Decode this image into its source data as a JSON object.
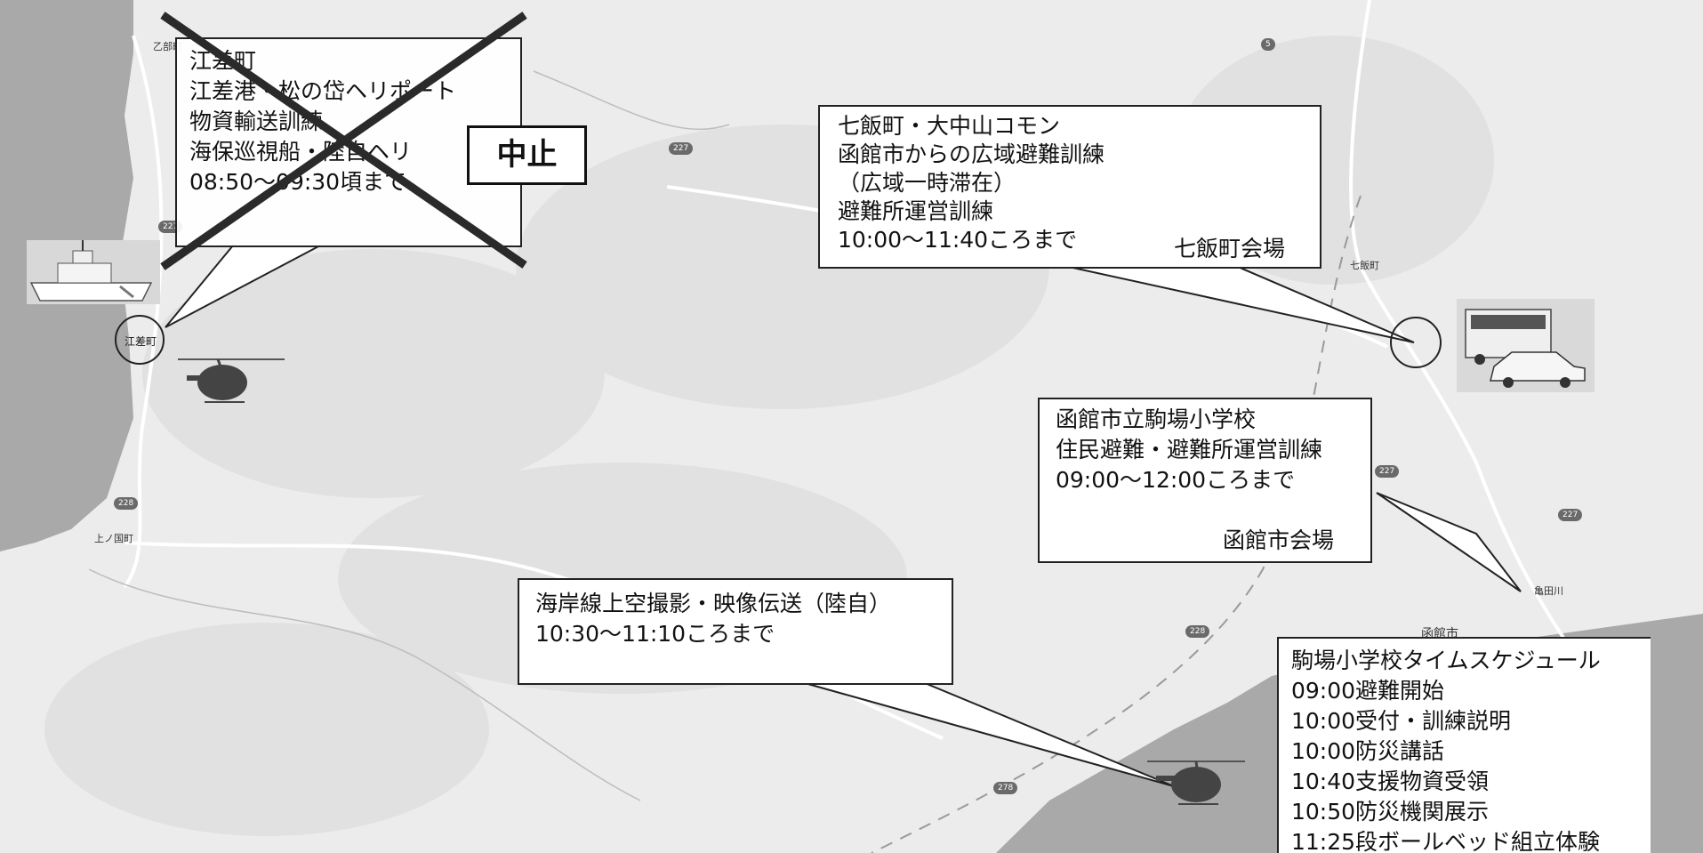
{
  "callouts": {
    "esashi": [
      "江差町",
      "江差港・松の岱ヘリポート",
      "物資輸送訓練",
      "海保巡視船・陸自ヘリ",
      "08:50～09:30頃まで"
    ],
    "nanae": [
      "七飯町・大中山コモン",
      "函館市からの広域避難訓練",
      "（広域一時滞在）",
      "避難所運営訓練",
      "10:00～11:40ころまで"
    ],
    "hakodate": [
      "函館市立駒場小学校",
      "住民避難・避難所運営訓練",
      "09:00～12:00ころまで"
    ],
    "coast": [
      "海岸線上空撮影・映像伝送（陸自）",
      "10:30～11:10ころまで"
    ]
  },
  "venues": {
    "nanae": "七飯町会場",
    "hakodate": "函館市会場"
  },
  "cancel_label": "中止",
  "schedule": {
    "title": "駒場小学校タイムスケジュール",
    "items": [
      "09:00避難開始",
      "10:00受付・訓練説明",
      "10:00防災講話",
      "10:40支援物資受領",
      "10:50防災機関展示",
      "11:25段ボールベッド組立体験"
    ]
  },
  "map_labels": {
    "esashi_circle": "江差町",
    "otobe": "乙部町",
    "kaminokuni": "上ノ国町",
    "nanae_town": "七飯町",
    "hakodate_city": "函館市",
    "kamedagawa": "亀田川"
  },
  "route_shields": [
    "227",
    "227",
    "227",
    "228",
    "228",
    "278",
    "5",
    "227"
  ],
  "colors": {
    "land": "#ececec",
    "sea": "#a8a8a8",
    "callout_border": "#222222",
    "cross": "#2a2a2a"
  }
}
